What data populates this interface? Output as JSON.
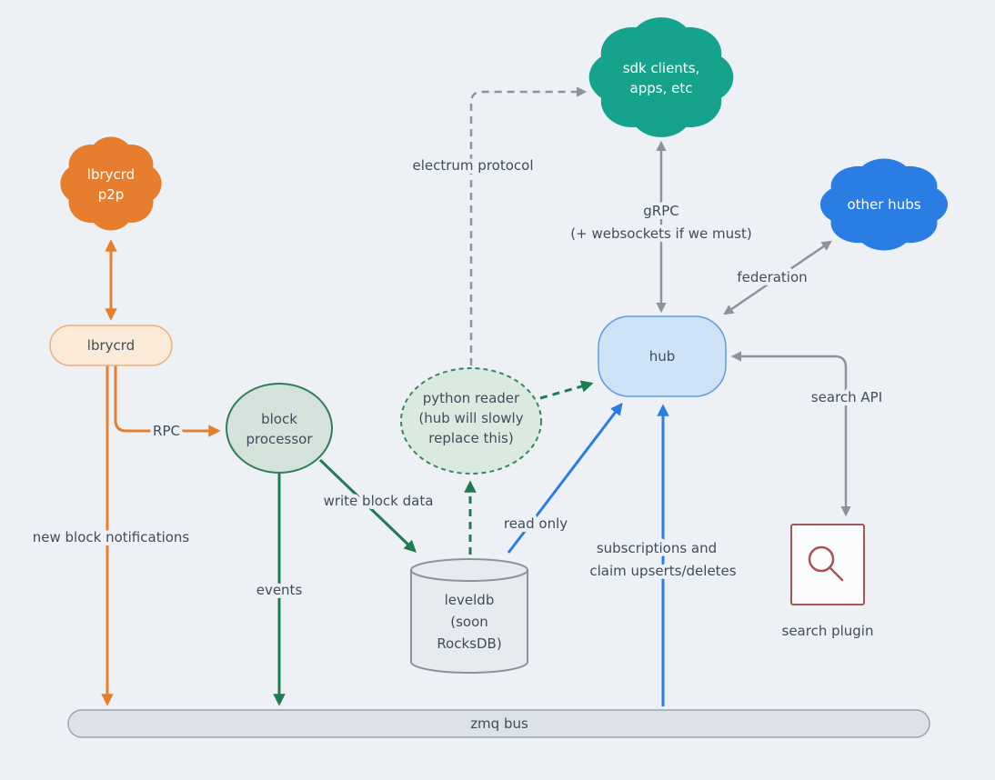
{
  "diagram": {
    "background": "#edf1f6",
    "colors": {
      "orange": "#e67e2e",
      "teal": "#15a38b",
      "blue": "#2a7de2",
      "green": "#1e7b52",
      "gray": "#8b949d",
      "maroon": "#a85555",
      "text": "#3f4d5a"
    },
    "nodes": {
      "lbrycrd_p2p": {
        "line1": "lbrycrd",
        "line2": "p2p"
      },
      "lbrycrd": {
        "label": "lbrycrd"
      },
      "block_processor": {
        "line1": "block",
        "line2": "processor"
      },
      "python_reader": {
        "line1": "python reader",
        "line2": "(hub will slowly",
        "line3": "replace this)"
      },
      "sdk_clients": {
        "line1": "sdk clients,",
        "line2": "apps, etc"
      },
      "other_hubs": {
        "label": "other hubs"
      },
      "hub": {
        "label": "hub"
      },
      "leveldb": {
        "line1": "leveldb",
        "line2": "(soon",
        "line3": "RocksDB)"
      },
      "search_plugin": {
        "label": "search plugin"
      },
      "zmq_bus": {
        "label": "zmq bus"
      }
    },
    "edges": {
      "electrum": "electrum protocol",
      "grpc": "gRPC",
      "grpc_note": "(+ websockets if we must)",
      "federation": "federation",
      "rpc": "RPC",
      "new_block_notifications": "new block notifications",
      "write_block_data": "write block data",
      "events": "events",
      "read_only": "read only",
      "subscriptions_line1": "subscriptions and",
      "subscriptions_line2": "claim upserts/deletes",
      "search_api": "search API"
    }
  }
}
